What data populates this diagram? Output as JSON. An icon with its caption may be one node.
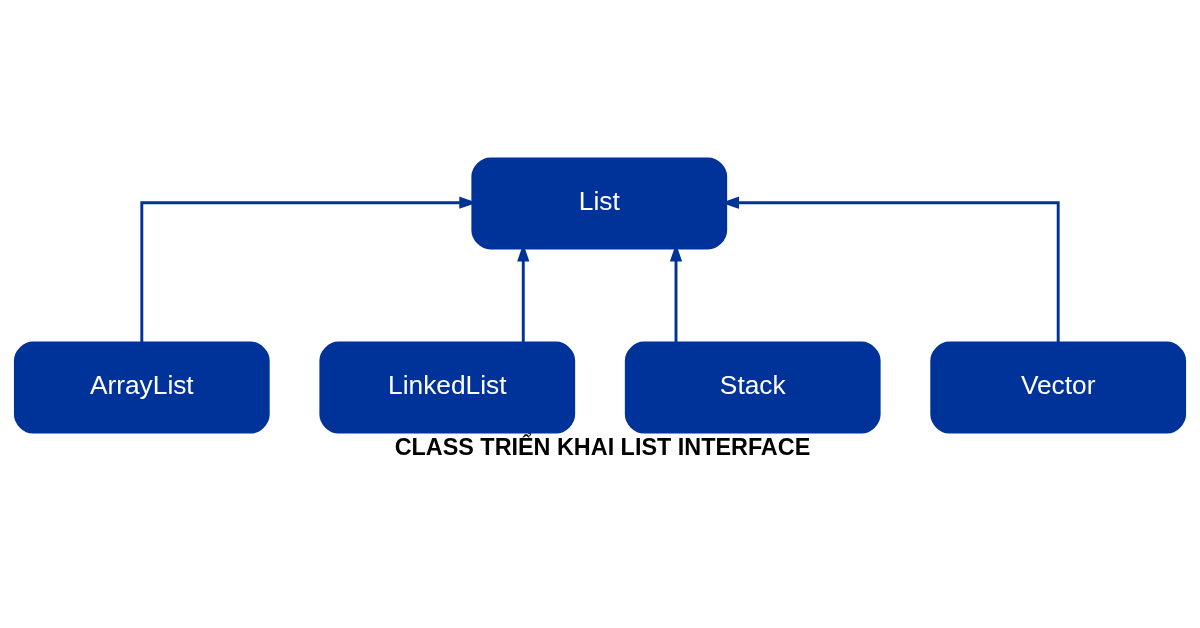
{
  "diagram": {
    "caption": "CLASS TRIỂN KHAI LIST INTERFACE",
    "nodes": [
      {
        "text": [
          "List"
        ]
      },
      {
        "text": [
          "ArrayList"
        ]
      },
      {
        "text": [
          "LinkedList"
        ]
      },
      {
        "text": [
          "Stack"
        ]
      },
      {
        "text": [
          "Vector"
        ]
      }
    ],
    "edges": [
      {
        "from": 1,
        "to": 0,
        "arrow": "to"
      },
      {
        "from": 2,
        "to": 0,
        "arrow": "to"
      },
      {
        "from": 3,
        "to": 0,
        "arrow": "to"
      },
      {
        "from": 4,
        "to": 0,
        "arrow": "to"
      }
    ]
  }
}
